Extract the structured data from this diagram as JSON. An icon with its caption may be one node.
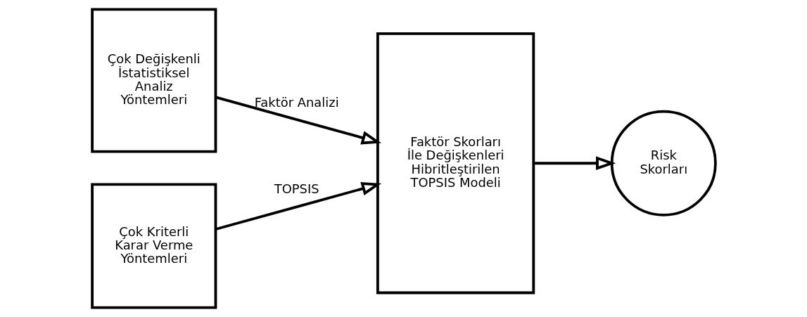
{
  "diagram": {
    "nodes": [
      {
        "text": [
          "Çok Değişkenli İstatistiksel Analiz Yöntemleri"
        ]
      },
      {
        "text": [
          "Çok Kriterli Karar Verme Yöntemleri"
        ]
      },
      {
        "text": [
          "Faktör Skorları İle Değişkenleri Hibritleştirilen TOPSIS Modeli"
        ]
      },
      {
        "text": [
          "Risk Skorları"
        ]
      }
    ],
    "edges": [
      {
        "from": 0,
        "to": 2,
        "arrow": "to",
        "label": "Faktör Analizi"
      },
      {
        "from": 1,
        "to": 2,
        "arrow": "to",
        "label": "TOPSIS"
      },
      {
        "from": 2,
        "to": 3,
        "arrow": "to"
      }
    ]
  }
}
